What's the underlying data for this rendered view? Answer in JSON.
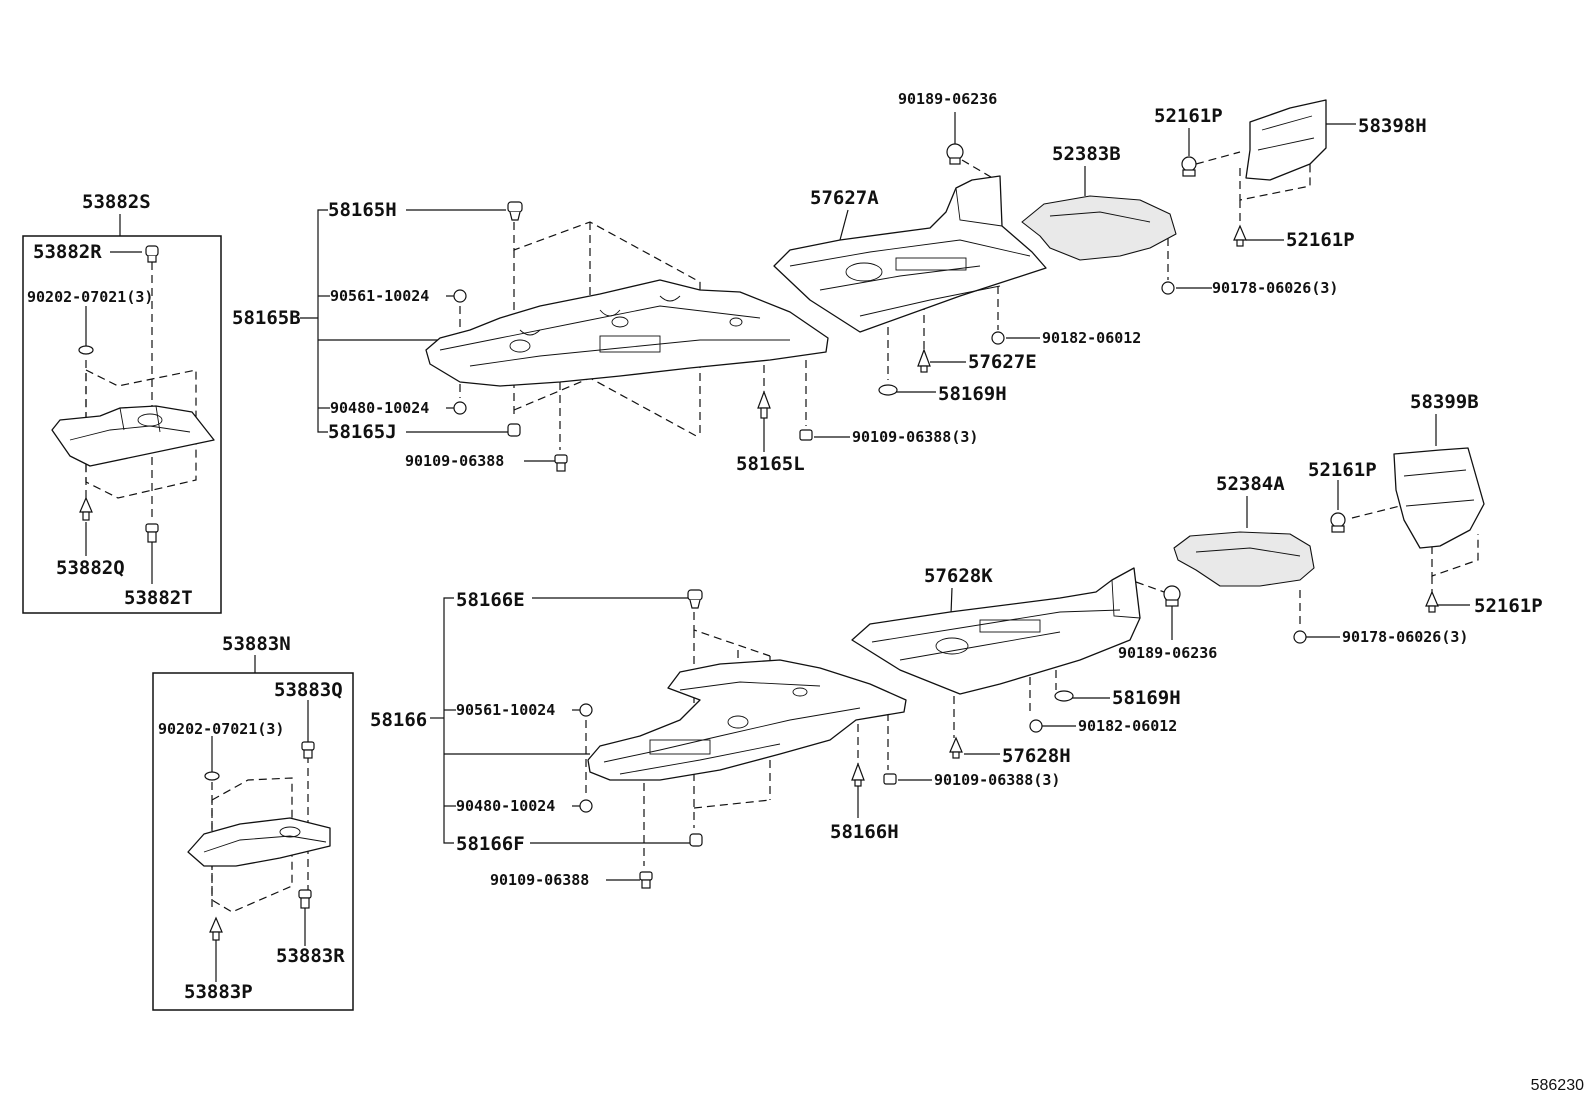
{
  "figure_number": "586230",
  "callouts": {
    "c53882S": "53882S",
    "c53882R": "53882R",
    "c90202_07021_a": "90202-07021(3)",
    "c53882Q": "53882Q",
    "c53882T": "53882T",
    "c53883N": "53883N",
    "c53883Q": "53883Q",
    "c90202_07021_b": "90202-07021(3)",
    "c53883R": "53883R",
    "c53883P": "53883P",
    "c58165H": "58165H",
    "c58165B": "58165B",
    "c90561_10024_a": "90561-10024",
    "c90480_10024_a": "90480-10024",
    "c58165J": "58165J",
    "c90109_06388_a": "90109-06388",
    "c58165L": "58165L",
    "c90109_06388_3a": "90109-06388(3)",
    "c90189_06236_a": "90189-06236",
    "c57627A": "57627A",
    "c52383B": "52383B",
    "c52161P_a": "52161P",
    "c58398H": "58398H",
    "c52161P_b": "52161P",
    "c90178_06026_3a": "90178-06026(3)",
    "c90182_06012_a": "90182-06012",
    "c57627E": "57627E",
    "c58169H_a": "58169H",
    "c58399B": "58399B",
    "c52161P_c": "52161P",
    "c52384A": "52384A",
    "c52161P_d": "52161P",
    "c90178_06026_3b": "90178-06026(3)",
    "c57628K": "57628K",
    "c90189_06236_b": "90189-06236",
    "c58169H_b": "58169H",
    "c90182_06012_b": "90182-06012",
    "c57628H": "57628H",
    "c90109_06388_3b": "90109-06388(3)",
    "c58166H": "58166H",
    "c58166E": "58166E",
    "c58166": "58166",
    "c90561_10024_b": "90561-10024",
    "c90480_10024_b": "90480-10024",
    "c58166F": "58166F",
    "c90109_06388_b": "90109-06388"
  }
}
